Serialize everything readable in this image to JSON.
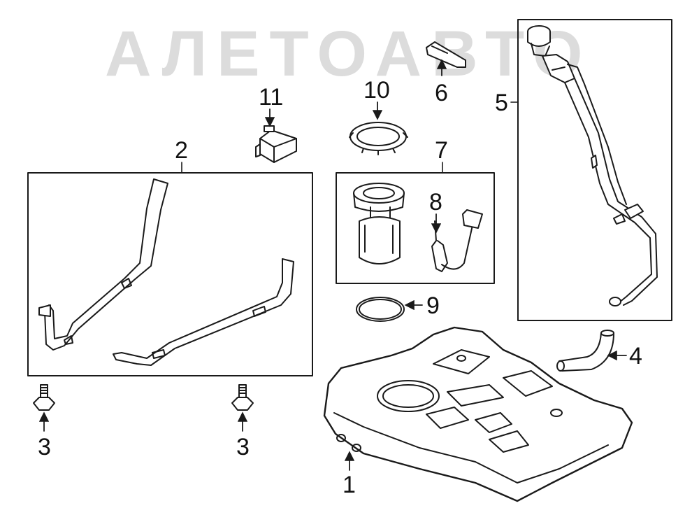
{
  "watermark": {
    "text": "АЛЕТОАВТО"
  },
  "callouts": {
    "c1": "1",
    "c2": "2",
    "c3a": "3",
    "c3b": "3",
    "c4": "4",
    "c5": "5",
    "c6": "6",
    "c7": "7",
    "c8": "8",
    "c9": "9",
    "c10": "10",
    "c11": "11"
  },
  "colors": {
    "line": "#1a1a1a",
    "fill": "#ffffff",
    "shade": "#e8e8e8",
    "watermark": "#d6d6d6"
  }
}
